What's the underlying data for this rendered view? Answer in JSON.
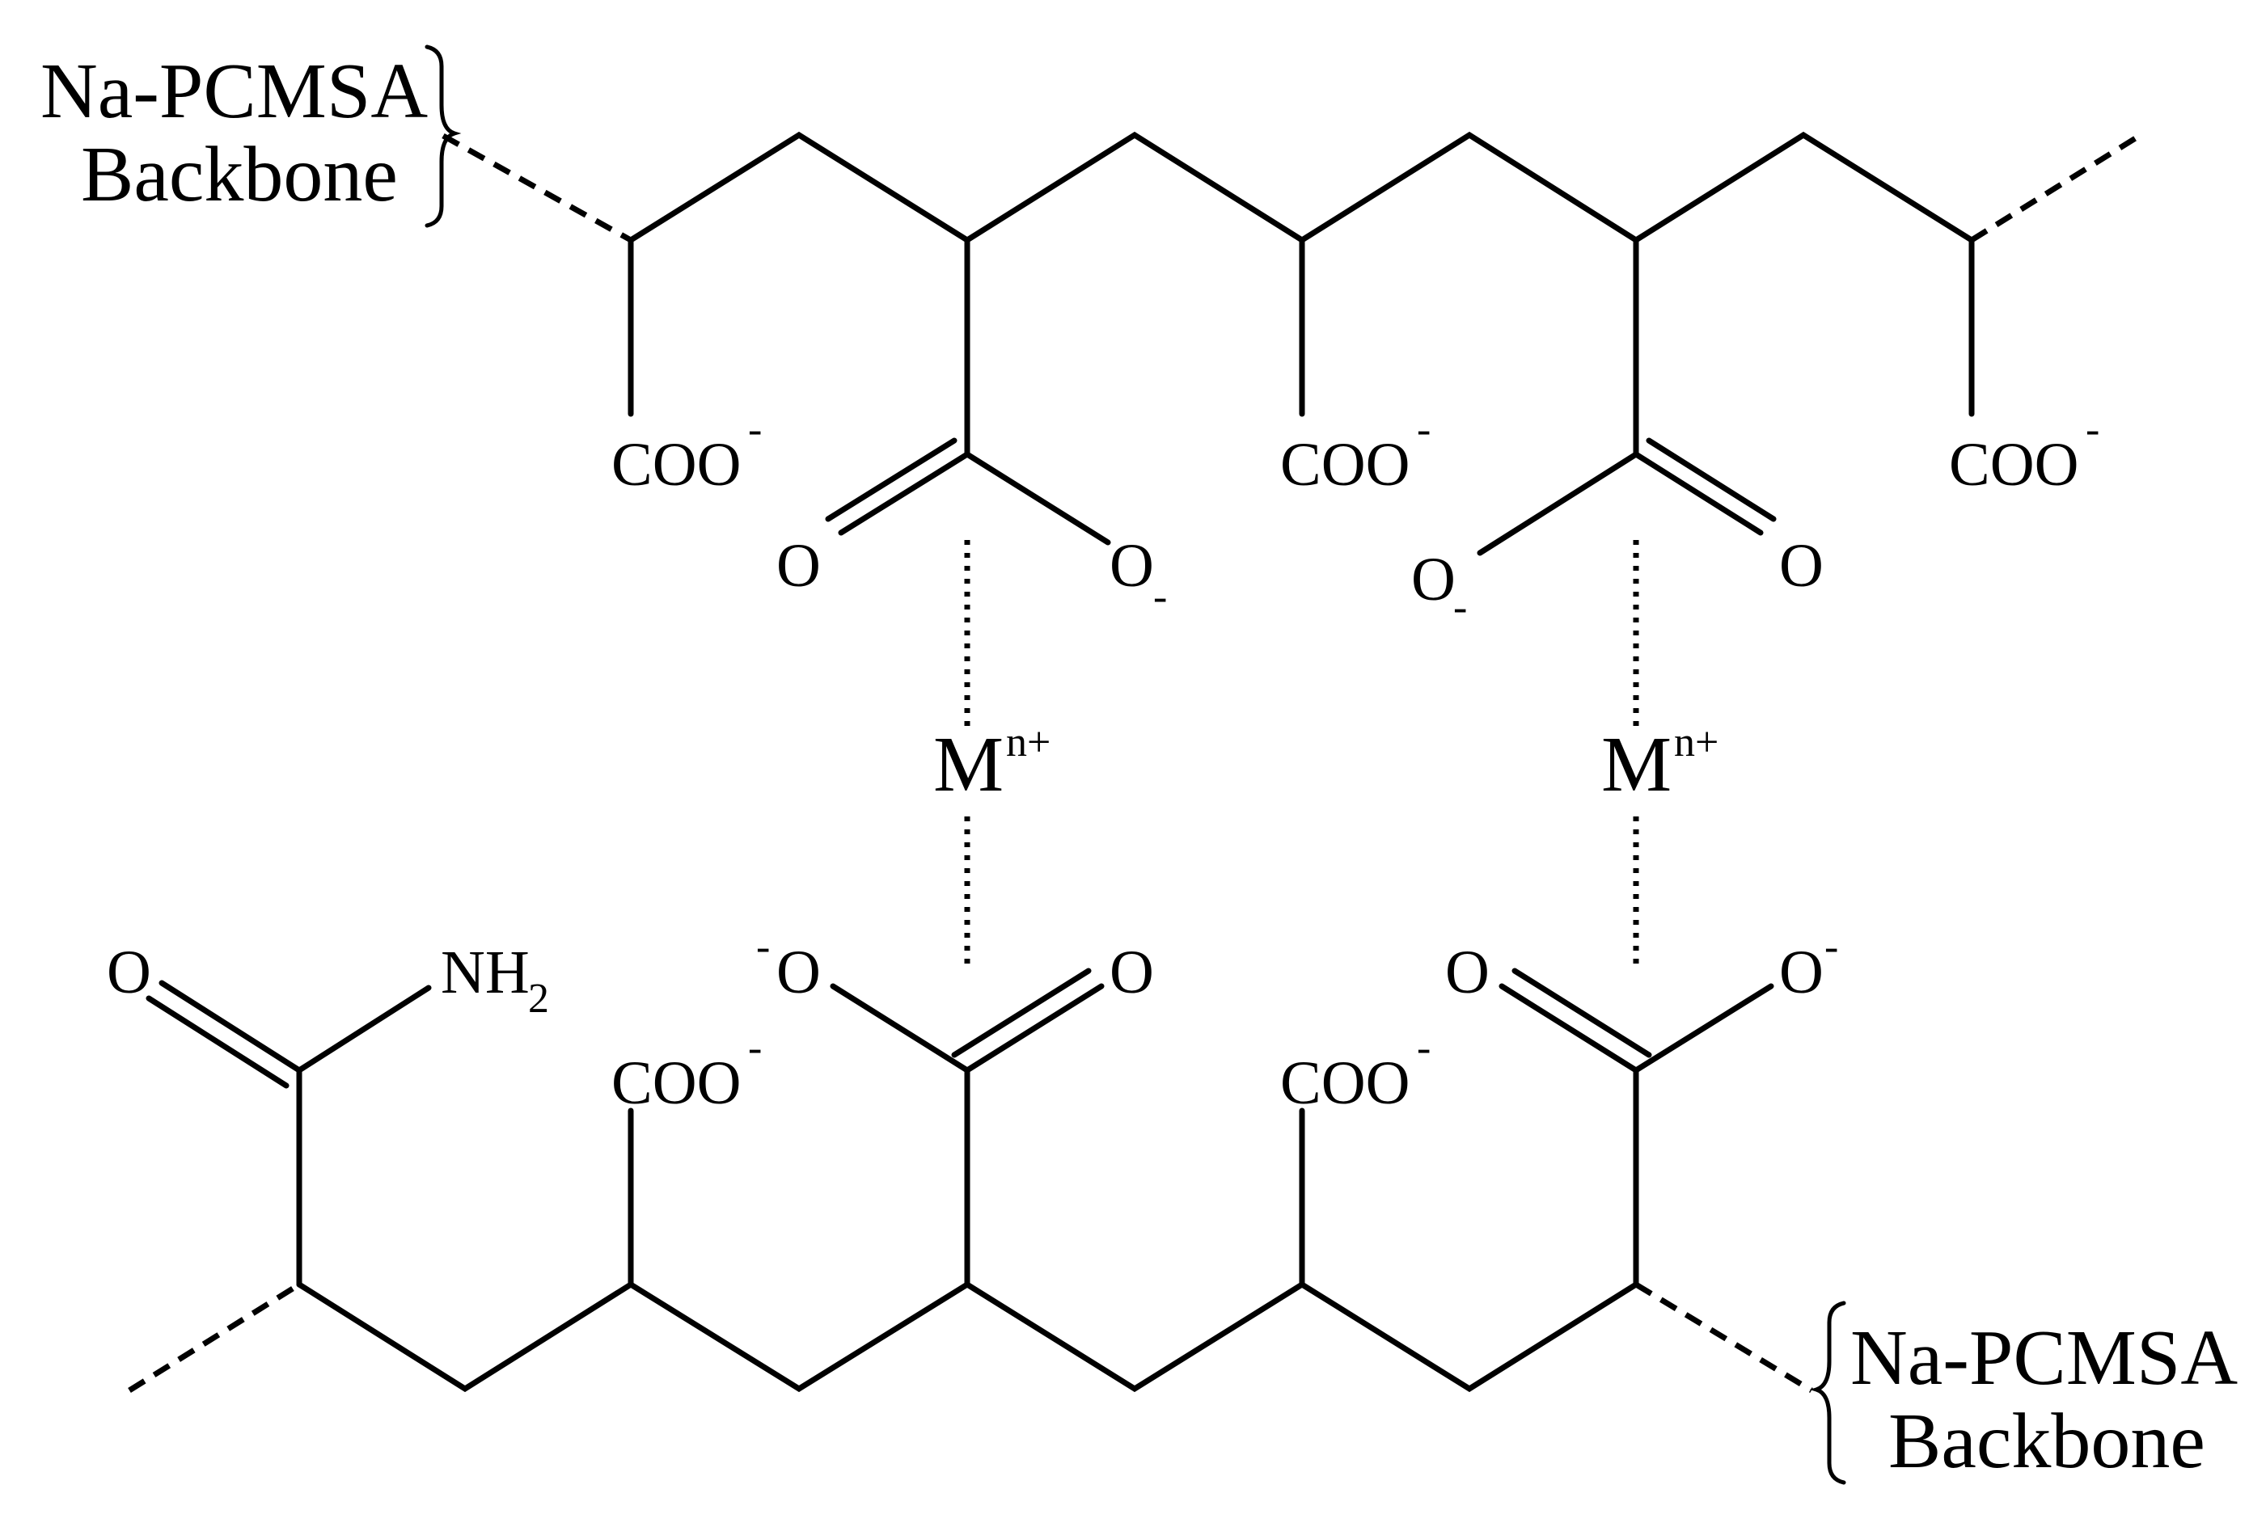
{
  "labels": {
    "backbone_top_line1": "Na-PCMSA",
    "backbone_top_line2": "Backbone",
    "backbone_bottom_line1": "Na-PCMSA",
    "backbone_bottom_line2": "Backbone",
    "carboxylate": "COO",
    "minus": "-",
    "plus": "+",
    "oxygen": "O",
    "metal": "M",
    "charge": "n+",
    "amide_n": "NH",
    "amide_sub": "2"
  }
}
